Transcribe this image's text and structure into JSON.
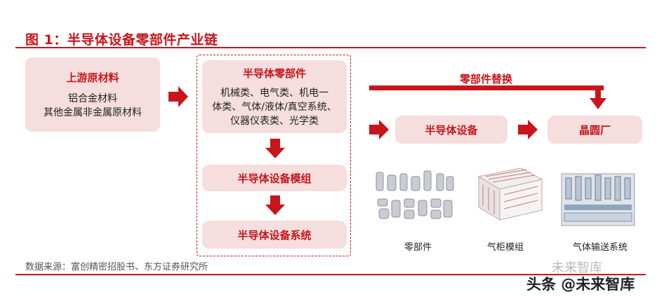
{
  "figure": {
    "title": "图 1：半导体设备零部件产业链",
    "source": "数据来源：富创精密招股书、东方证券研究所"
  },
  "upstream": {
    "title": "上游原材料",
    "line1": "铝合金材料",
    "line2": "其他金属非金属原材料"
  },
  "components": {
    "title": "半导体零部件",
    "line1": "机械类、电气类、机电一",
    "line2": "体类、气体/液体/真空系统、",
    "line3": "仪器仪表类、光学类"
  },
  "module": {
    "title": "半导体设备模组"
  },
  "system": {
    "title": "半导体设备系统"
  },
  "equipment": {
    "title": "半导体设备"
  },
  "fab": {
    "title": "晶圆厂"
  },
  "replacement": {
    "label": "零部件替换"
  },
  "captions": {
    "parts": "零部件",
    "gas_cabinet": "气柜模组",
    "gas_system": "气体输送系统"
  },
  "watermark": {
    "line1": "未来智库",
    "line2": "头条 @未来智库"
  },
  "colors": {
    "accent": "#c8151b",
    "box_fill": "#f5dedd"
  }
}
